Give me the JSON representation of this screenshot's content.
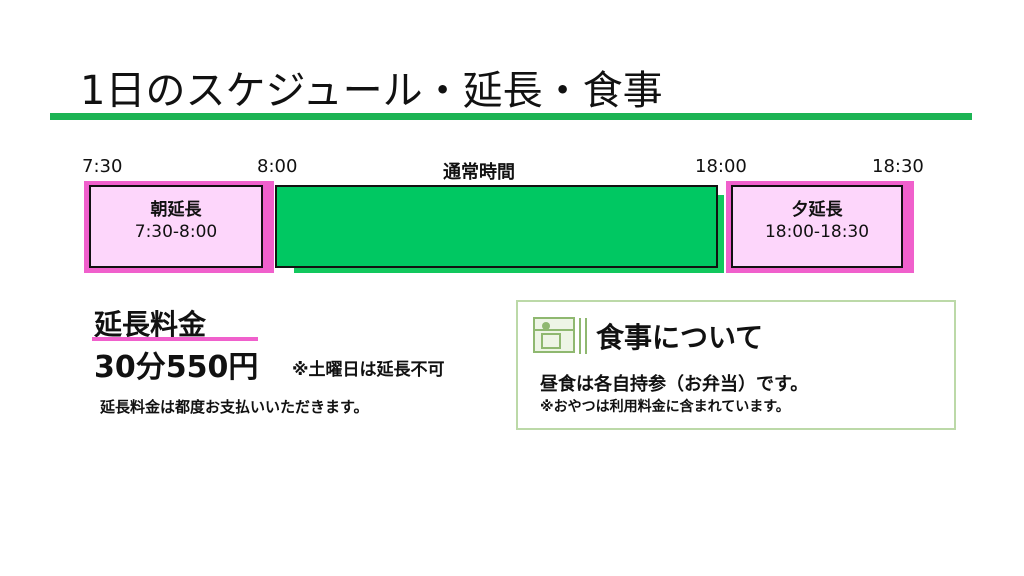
{
  "title": "1日のスケジュール・延長・食事",
  "timeline": {
    "t1": "7:30",
    "t2": "8:00",
    "regular": "通常時間",
    "t3": "18:00",
    "t4": "18:30"
  },
  "morning": {
    "label": "朝延長",
    "time": "7:30-8:00"
  },
  "evening": {
    "label": "夕延長",
    "time": "18:00-18:30"
  },
  "fee": {
    "heading": "延長料金",
    "price": "30分550円",
    "note": "※土曜日は延長不可",
    "payment": "延長料金は都度お支払いいただきます。"
  },
  "meal": {
    "heading": "食事について",
    "line1": "昼食は各自持参（お弁当）です。",
    "line2": "※おやつは利用料金に含まれています。"
  },
  "colors": {
    "accent": "#1db454",
    "pink": "#f060cc"
  }
}
